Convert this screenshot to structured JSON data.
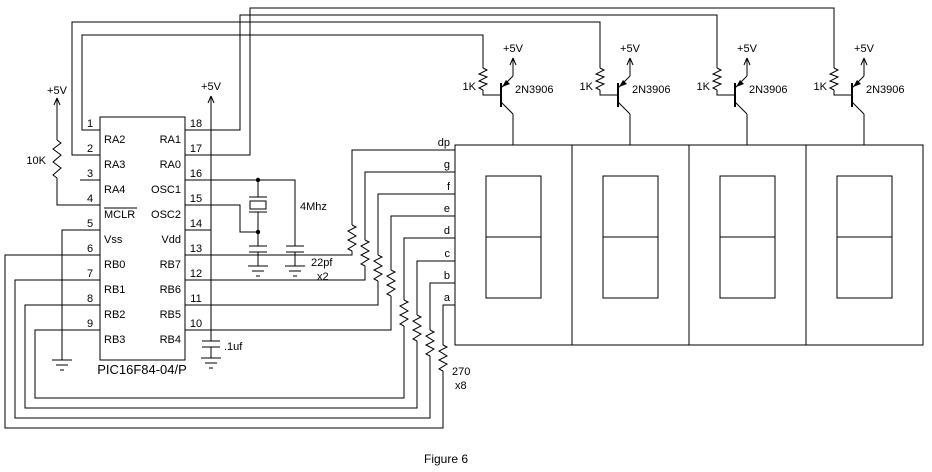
{
  "caption": "Figure 6",
  "chip": {
    "name": "PIC16F84-04/P",
    "left_pins": [
      {
        "num": "1",
        "label": "RA2"
      },
      {
        "num": "2",
        "label": "RA3"
      },
      {
        "num": "3",
        "label": "RA4"
      },
      {
        "num": "4",
        "label": "MCLR"
      },
      {
        "num": "5",
        "label": "Vss"
      },
      {
        "num": "6",
        "label": "RB0"
      },
      {
        "num": "7",
        "label": "RB1"
      },
      {
        "num": "8",
        "label": "RB2"
      },
      {
        "num": "9",
        "label": "RB3"
      }
    ],
    "right_pins": [
      {
        "num": "18",
        "label": "RA1"
      },
      {
        "num": "17",
        "label": "RA0"
      },
      {
        "num": "16",
        "label": "OSC1"
      },
      {
        "num": "15",
        "label": "OSC2"
      },
      {
        "num": "14",
        "label": "Vdd"
      },
      {
        "num": "13",
        "label": "RB7"
      },
      {
        "num": "12",
        "label": "RB6"
      },
      {
        "num": "11",
        "label": "RB5"
      },
      {
        "num": "10",
        "label": "RB4"
      }
    ]
  },
  "supply_label": "+5V",
  "components": {
    "mclr_pullup": "10K",
    "crystal": "4Mhz",
    "osc_cap_value": "22pf",
    "osc_cap_qty": "x2",
    "decoupling_cap": ".1uf",
    "segment_resistor_value": "270",
    "segment_resistor_qty": "x8",
    "base_resistor": "1K",
    "transistor_part": "2N3906"
  },
  "segment_labels": [
    "dp",
    "g",
    "f",
    "e",
    "d",
    "c",
    "b",
    "a"
  ]
}
